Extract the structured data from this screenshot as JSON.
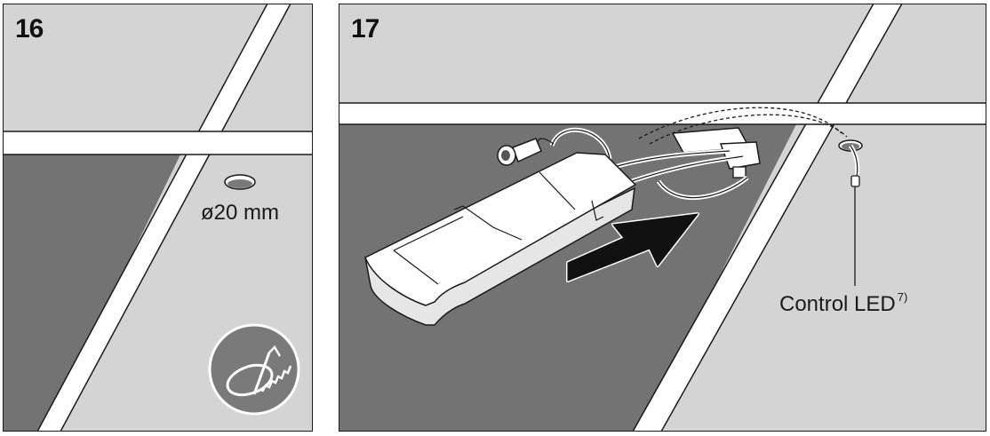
{
  "panels": [
    {
      "step": "16",
      "dimension_label": "ø20 mm",
      "icon": "hole-saw-icon"
    },
    {
      "step": "17",
      "callout_label": "Control LED",
      "callout_note": "7)",
      "icon": "push-arrow-icon"
    }
  ],
  "colors": {
    "ceiling_light": "#d4d4d4",
    "ceiling_dark": "#737373",
    "frame": "#ffffff",
    "outline": "#1a1a1a"
  }
}
